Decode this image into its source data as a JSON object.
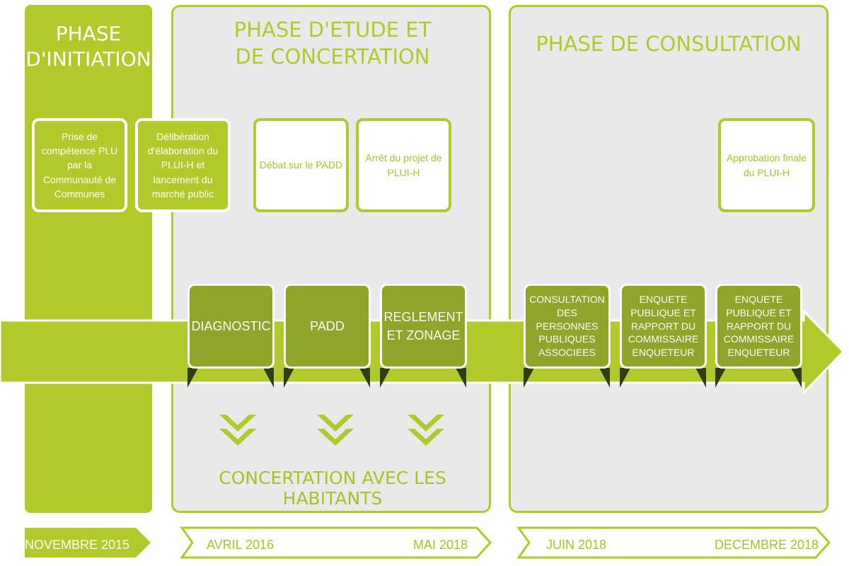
{
  "colors": {
    "green": "#b2c92b",
    "dark_green": "#8ea529",
    "shadow": "#2f3d10",
    "panel_bg": "#e9e9e9"
  },
  "phases": [
    {
      "title": "PHASE\nD'INITIATION"
    },
    {
      "title": "PHASE D'ETUDE ET\nDE CONCERTATION"
    },
    {
      "title": "PHASE DE CONSULTATION"
    }
  ],
  "cards": [
    {
      "text": "Prise de compétence PLU par la Communauté de Communes"
    },
    {
      "text": "Délibération d'élaboration du PLUI-H et lancement du marché public"
    },
    {
      "text": "Débat sur le PADD"
    },
    {
      "text": "Arrêt du projet de PLUI-H"
    },
    {
      "text": "Approbation finale du PLUI-H"
    }
  ],
  "steps": [
    {
      "label": "DIAGNOSTIC"
    },
    {
      "label": "PADD"
    },
    {
      "label": "REGLEMENT ET ZONAGE"
    },
    {
      "label": "CONSULTATION DES PERSONNES PUBLIQUES ASSOCIEES"
    },
    {
      "label": "ENQUETE PUBLIQUE ET RAPPORT DU COMMISSAIRE ENQUETEUR"
    },
    {
      "label": "ENQUETE PUBLIQUE ET RAPPORT DU COMMISSAIRE ENQUETEUR"
    }
  ],
  "concertation": {
    "label": "CONCERTATION AVEC LES HABITANTS",
    "icon": "double-chevron-down-icon"
  },
  "dates": {
    "november": "NOVEMBRE 2015",
    "april": "AVRIL 2016",
    "may": "MAI 2018",
    "june": "JUIN 2018",
    "december": "DECEMBRE 2018"
  }
}
